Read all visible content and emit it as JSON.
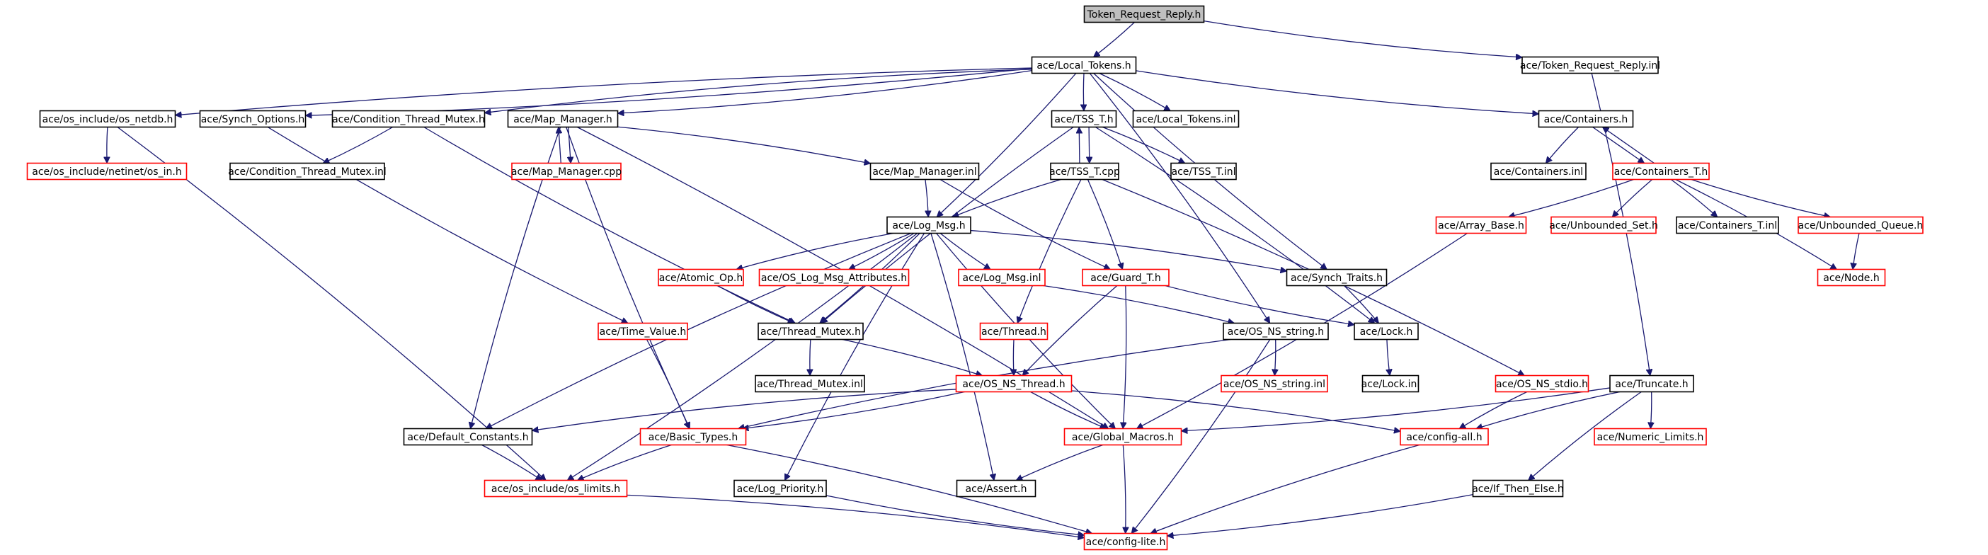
{
  "diagram": {
    "title": "Token_Request_Reply.h",
    "colors": {
      "edge": "#191970",
      "root_fill": "#bfbfbf",
      "box_normal": "#000000",
      "box_incomplete": "#ff0000"
    },
    "nodes": [
      {
        "id": "root",
        "label": "Token_Request_Reply.h",
        "style": "root"
      },
      {
        "id": "local_tokens_h",
        "label": "ace/Local_Tokens.h",
        "style": "black"
      },
      {
        "id": "token_rr_inl",
        "label": "ace/Token_Request_Reply.inl",
        "style": "black"
      },
      {
        "id": "os_netdb",
        "label": "ace/os_include/os_netdb.h",
        "style": "black"
      },
      {
        "id": "synch_options",
        "label": "ace/Synch_Options.h",
        "style": "black"
      },
      {
        "id": "cond_thread_mutex_h",
        "label": "ace/Condition_Thread_Mutex.h",
        "style": "black"
      },
      {
        "id": "map_manager_h",
        "label": "ace/Map_Manager.h",
        "style": "black"
      },
      {
        "id": "tss_t_h",
        "label": "ace/TSS_T.h",
        "style": "black"
      },
      {
        "id": "local_tokens_inl",
        "label": "ace/Local_Tokens.inl",
        "style": "black"
      },
      {
        "id": "containers_h",
        "label": "ace/Containers.h",
        "style": "black"
      },
      {
        "id": "os_in",
        "label": "ace/os_include/netinet/os_in.h",
        "style": "red"
      },
      {
        "id": "cond_thread_mutex_inl",
        "label": "ace/Condition_Thread_Mutex.inl",
        "style": "black"
      },
      {
        "id": "map_manager_cpp",
        "label": "ace/Map_Manager.cpp",
        "style": "red"
      },
      {
        "id": "map_manager_inl",
        "label": "ace/Map_Manager.inl",
        "style": "black"
      },
      {
        "id": "tss_t_cpp",
        "label": "ace/TSS_T.cpp",
        "style": "black"
      },
      {
        "id": "tss_t_inl",
        "label": "ace/TSS_T.inl",
        "style": "black"
      },
      {
        "id": "containers_inl",
        "label": "ace/Containers.inl",
        "style": "black"
      },
      {
        "id": "containers_t_h",
        "label": "ace/Containers_T.h",
        "style": "red"
      },
      {
        "id": "log_msg_h",
        "label": "ace/Log_Msg.h",
        "style": "black"
      },
      {
        "id": "array_base",
        "label": "ace/Array_Base.h",
        "style": "red"
      },
      {
        "id": "unbounded_set",
        "label": "ace/Unbounded_Set.h",
        "style": "red"
      },
      {
        "id": "containers_t_inl",
        "label": "ace/Containers_T.inl",
        "style": "black"
      },
      {
        "id": "unbounded_queue",
        "label": "ace/Unbounded_Queue.h",
        "style": "red"
      },
      {
        "id": "atomic_op",
        "label": "ace/Atomic_Op.h",
        "style": "red"
      },
      {
        "id": "os_log_msg_attr",
        "label": "ace/OS_Log_Msg_Attributes.h",
        "style": "red"
      },
      {
        "id": "log_msg_inl",
        "label": "ace/Log_Msg.inl",
        "style": "red"
      },
      {
        "id": "guard_t",
        "label": "ace/Guard_T.h",
        "style": "red"
      },
      {
        "id": "synch_traits",
        "label": "ace/Synch_Traits.h",
        "style": "black"
      },
      {
        "id": "node_h",
        "label": "ace/Node.h",
        "style": "red"
      },
      {
        "id": "time_value",
        "label": "ace/Time_Value.h",
        "style": "red"
      },
      {
        "id": "thread_mutex_h",
        "label": "ace/Thread_Mutex.h",
        "style": "black"
      },
      {
        "id": "thread_h",
        "label": "ace/Thread.h",
        "style": "red"
      },
      {
        "id": "os_ns_string_h",
        "label": "ace/OS_NS_string.h",
        "style": "black"
      },
      {
        "id": "lock_h",
        "label": "ace/Lock.h",
        "style": "black"
      },
      {
        "id": "thread_mutex_inl",
        "label": "ace/Thread_Mutex.inl",
        "style": "black"
      },
      {
        "id": "os_ns_thread",
        "label": "ace/OS_NS_Thread.h",
        "style": "red"
      },
      {
        "id": "os_ns_string_inl",
        "label": "ace/OS_NS_string.inl",
        "style": "red"
      },
      {
        "id": "lock_inl",
        "label": "ace/Lock.inl",
        "style": "black"
      },
      {
        "id": "os_ns_stdio",
        "label": "ace/OS_NS_stdio.h",
        "style": "red"
      },
      {
        "id": "truncate_h",
        "label": "ace/Truncate.h",
        "style": "black"
      },
      {
        "id": "default_constants",
        "label": "ace/Default_Constants.h",
        "style": "black"
      },
      {
        "id": "basic_types",
        "label": "ace/Basic_Types.h",
        "style": "red"
      },
      {
        "id": "global_macros",
        "label": "ace/Global_Macros.h",
        "style": "red"
      },
      {
        "id": "config_all",
        "label": "ace/config-all.h",
        "style": "red"
      },
      {
        "id": "numeric_limits",
        "label": "ace/Numeric_Limits.h",
        "style": "red"
      },
      {
        "id": "os_limits",
        "label": "ace/os_include/os_limits.h",
        "style": "red"
      },
      {
        "id": "log_priority",
        "label": "ace/Log_Priority.h",
        "style": "black"
      },
      {
        "id": "assert_h",
        "label": "ace/Assert.h",
        "style": "black"
      },
      {
        "id": "if_then_else",
        "label": "ace/If_Then_Else.h",
        "style": "black"
      },
      {
        "id": "config_lite",
        "label": "ace/config-lite.h",
        "style": "red"
      }
    ],
    "edges": [
      [
        "root",
        "local_tokens_h"
      ],
      [
        "root",
        "token_rr_inl"
      ],
      [
        "token_rr_inl",
        "truncate_h"
      ],
      [
        "local_tokens_h",
        "os_netdb"
      ],
      [
        "local_tokens_h",
        "synch_options"
      ],
      [
        "local_tokens_h",
        "cond_thread_mutex_h"
      ],
      [
        "local_tokens_h",
        "map_manager_h"
      ],
      [
        "local_tokens_h",
        "tss_t_h"
      ],
      [
        "local_tokens_h",
        "local_tokens_inl"
      ],
      [
        "local_tokens_h",
        "containers_h"
      ],
      [
        "local_tokens_h",
        "log_msg_h"
      ],
      [
        "local_tokens_h",
        "synch_traits"
      ],
      [
        "local_tokens_h",
        "os_ns_string_h"
      ],
      [
        "os_netdb",
        "os_in"
      ],
      [
        "os_netdb",
        "os_limits"
      ],
      [
        "synch_options",
        "time_value"
      ],
      [
        "cond_thread_mutex_h",
        "cond_thread_mutex_inl"
      ],
      [
        "cond_thread_mutex_h",
        "thread_mutex_h"
      ],
      [
        "map_manager_h",
        "map_manager_cpp"
      ],
      [
        "map_manager_cpp",
        "map_manager_h"
      ],
      [
        "map_manager_h",
        "map_manager_inl"
      ],
      [
        "map_manager_h",
        "default_constants"
      ],
      [
        "map_manager_h",
        "global_macros"
      ],
      [
        "map_manager_h",
        "basic_types"
      ],
      [
        "map_manager_inl",
        "log_msg_h"
      ],
      [
        "map_manager_inl",
        "guard_t"
      ],
      [
        "tss_t_h",
        "tss_t_cpp"
      ],
      [
        "tss_t_cpp",
        "tss_t_h"
      ],
      [
        "tss_t_h",
        "tss_t_inl"
      ],
      [
        "tss_t_h",
        "thread_mutex_h"
      ],
      [
        "tss_t_h",
        "lock_h"
      ],
      [
        "tss_t_cpp",
        "log_msg_h"
      ],
      [
        "tss_t_cpp",
        "guard_t"
      ],
      [
        "tss_t_cpp",
        "thread_h"
      ],
      [
        "tss_t_cpp",
        "os_ns_stdio"
      ],
      [
        "containers_h",
        "containers_inl"
      ],
      [
        "containers_h",
        "containers_t_h"
      ],
      [
        "containers_t_h",
        "containers_h"
      ],
      [
        "containers_t_h",
        "array_base"
      ],
      [
        "containers_t_h",
        "unbounded_set"
      ],
      [
        "containers_t_h",
        "containers_t_inl"
      ],
      [
        "containers_t_h",
        "unbounded_queue"
      ],
      [
        "containers_t_h",
        "node_h"
      ],
      [
        "unbounded_queue",
        "node_h"
      ],
      [
        "array_base",
        "global_macros"
      ],
      [
        "log_msg_h",
        "atomic_op"
      ],
      [
        "log_msg_h",
        "os_log_msg_attr"
      ],
      [
        "log_msg_h",
        "log_msg_inl"
      ],
      [
        "log_msg_h",
        "synch_traits"
      ],
      [
        "log_msg_h",
        "default_constants"
      ],
      [
        "log_msg_h",
        "os_limits"
      ],
      [
        "log_msg_h",
        "log_priority"
      ],
      [
        "log_msg_h",
        "assert_h"
      ],
      [
        "log_msg_h",
        "global_macros"
      ],
      [
        "log_msg_h",
        "thread_mutex_h"
      ],
      [
        "atomic_op",
        "thread_mutex_h"
      ],
      [
        "log_msg_inl",
        "os_ns_string_h"
      ],
      [
        "guard_t",
        "lock_h"
      ],
      [
        "guard_t",
        "global_macros"
      ],
      [
        "guard_t",
        "os_ns_thread"
      ],
      [
        "synch_traits",
        "lock_h"
      ],
      [
        "lock_h",
        "lock_inl"
      ],
      [
        "time_value",
        "basic_types"
      ],
      [
        "thread_mutex_h",
        "thread_mutex_inl"
      ],
      [
        "thread_mutex_h",
        "os_ns_thread"
      ],
      [
        "thread_h",
        "os_ns_thread"
      ],
      [
        "os_ns_string_h",
        "os_ns_string_inl"
      ],
      [
        "os_ns_string_h",
        "basic_types"
      ],
      [
        "os_ns_string_h",
        "config_lite"
      ],
      [
        "os_ns_thread",
        "default_constants"
      ],
      [
        "os_ns_thread",
        "basic_types"
      ],
      [
        "os_ns_thread",
        "global_macros"
      ],
      [
        "os_ns_thread",
        "config_all"
      ],
      [
        "os_ns_stdio",
        "config_all"
      ],
      [
        "truncate_h",
        "global_macros"
      ],
      [
        "truncate_h",
        "config_all"
      ],
      [
        "truncate_h",
        "numeric_limits"
      ],
      [
        "truncate_h",
        "if_then_else"
      ],
      [
        "default_constants",
        "os_limits"
      ],
      [
        "basic_types",
        "os_limits"
      ],
      [
        "basic_types",
        "config_lite"
      ],
      [
        "global_macros",
        "assert_h"
      ],
      [
        "global_macros",
        "config_lite"
      ],
      [
        "config_all",
        "config_lite"
      ],
      [
        "os_limits",
        "config_lite"
      ],
      [
        "log_priority",
        "config_lite"
      ],
      [
        "if_then_else",
        "config_lite"
      ]
    ]
  }
}
